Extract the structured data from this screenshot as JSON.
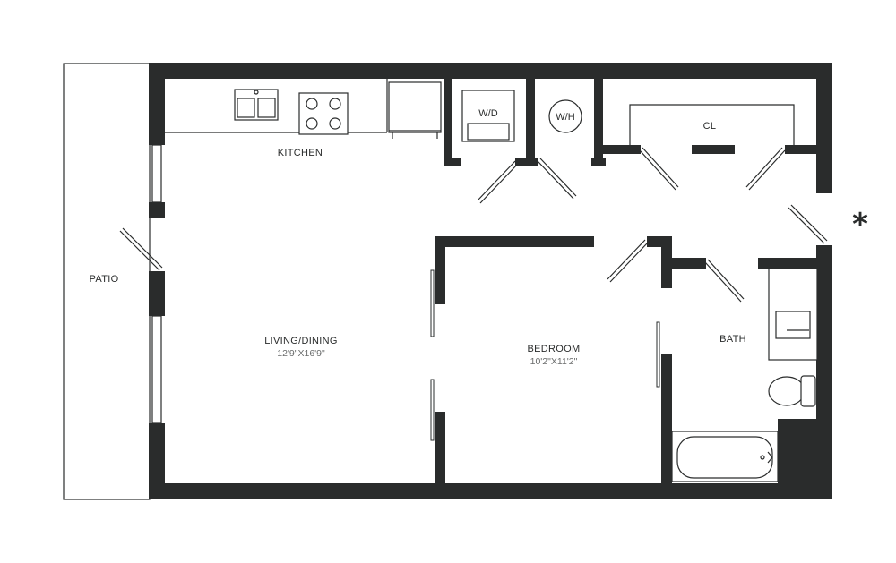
{
  "rooms": {
    "patio": "PATIO",
    "kitchen": "KITCHEN",
    "living": "LIVING/DINING",
    "living_dim": "12'9\"X16'9\"",
    "bedroom": "BEDROOM",
    "bedroom_dim": "10'2\"X11'2\"",
    "bath": "BATH",
    "closet": "CL",
    "washer_dryer": "W/D",
    "water_heater": "W/H"
  },
  "marker": "*",
  "icons": [
    "sink-icon",
    "cooktop-icon",
    "toilet-icon",
    "bathtub-icon",
    "asterisk-icon"
  ],
  "colors": {
    "wall": "#2a2c2c",
    "background": "#ffffff"
  }
}
